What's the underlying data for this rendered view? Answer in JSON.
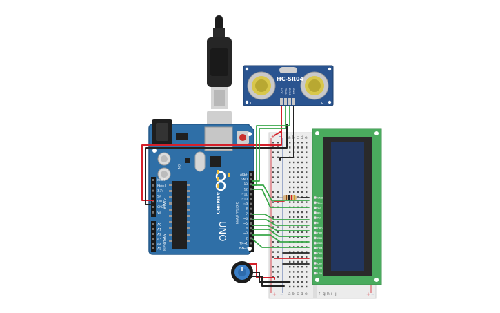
{
  "arduino": {
    "brand": "ARDUINO",
    "model": "UNO",
    "digital_header": "DIGITAL (PWM~)",
    "power_header": "POWER",
    "analog_header": "ANALOG IN",
    "top_pins": [
      "AREF",
      "GND",
      "13",
      "12",
      "~11",
      "~10",
      "~9",
      "8",
      "7",
      "~6",
      "~5",
      "4",
      "~3",
      "2",
      "TX→1",
      "RX←0"
    ],
    "power_pins": [
      "IOREF",
      "RESET",
      "3.3V",
      "5V",
      "GND",
      "GND",
      "Vin"
    ],
    "analog_pins": [
      "A0",
      "A1",
      "A2",
      "A3",
      "A4",
      "A5"
    ],
    "led_labels": [
      "L",
      "TX",
      "RX"
    ],
    "on_label": "ON"
  },
  "sensor": {
    "model": "HC-SR04",
    "pins": [
      "VCC",
      "TRIG",
      "ECHO",
      "GND"
    ],
    "left_mark": "T",
    "right_mark": "R"
  },
  "breadboard": {
    "top_cols": [
      "a",
      "b",
      "c",
      "d",
      "e"
    ],
    "bottom_cols": [
      "a",
      "b",
      "c",
      "d",
      "e",
      "f",
      "g",
      "h",
      "i",
      "j"
    ],
    "plus": "+",
    "minus": "−"
  },
  "lcd": {
    "pins": [
      "GND",
      "VCC",
      "V0",
      "RS",
      "RW",
      "E",
      "DB0",
      "DB1",
      "DB2",
      "DB3",
      "DB4",
      "DB5",
      "DB6",
      "DB7",
      "LED",
      "LED"
    ]
  },
  "colors": {
    "board": "#2f6fa7",
    "board_dark": "#255a8a",
    "sensor": "#2a5490",
    "lcd_pcb": "#4aab5e",
    "lcd_screen": "#22365f",
    "wire_red": "#d4202a",
    "wire_black": "#222222",
    "wire_green": "#3aa84a"
  }
}
